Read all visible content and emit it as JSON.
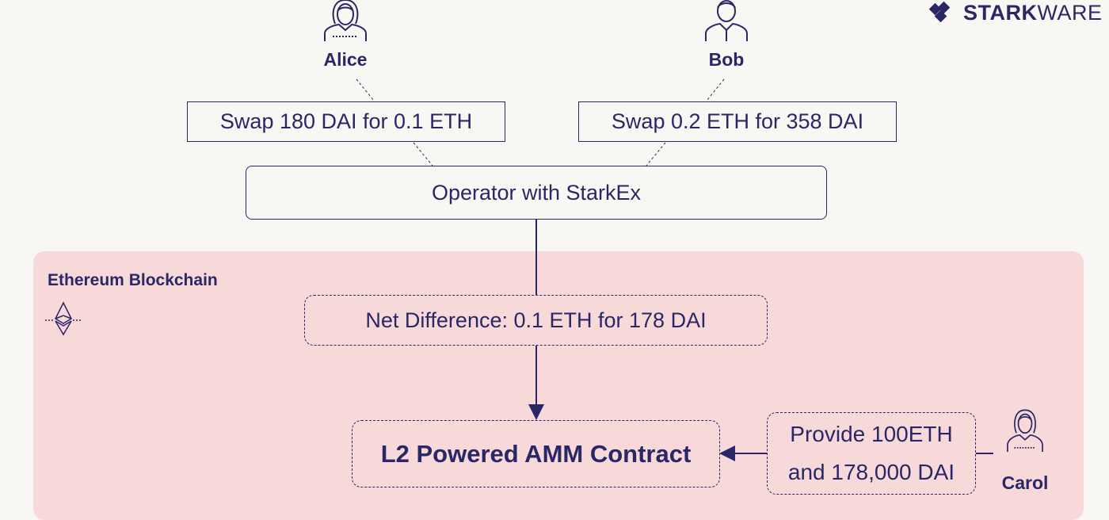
{
  "logo": {
    "strong": "STARK",
    "light": "WARE"
  },
  "users": {
    "alice": {
      "name": "Alice"
    },
    "bob": {
      "name": "Bob"
    },
    "carol": {
      "name": "Carol"
    }
  },
  "orders": {
    "alice_swap": "Swap 180 DAI for 0.1 ETH",
    "bob_swap": "Swap 0.2 ETH for 358 DAI"
  },
  "operator": {
    "label": "Operator with StarkEx"
  },
  "blockchain": {
    "title": "Ethereum Blockchain",
    "net_difference": "Net Difference: 0.1 ETH for 178 DAI",
    "contract": "L2 Powered AMM Contract",
    "provide_line1": "Provide 100ETH",
    "provide_line2": "and 178,000 DAI"
  },
  "colors": {
    "navy": "#2a2766",
    "region_fill": "#f8d9da",
    "page_bg": "#f8f7f3"
  },
  "icons": [
    "starkware-logo-icon",
    "alice-avatar-icon",
    "bob-avatar-icon",
    "carol-avatar-icon",
    "ethereum-icon"
  ]
}
